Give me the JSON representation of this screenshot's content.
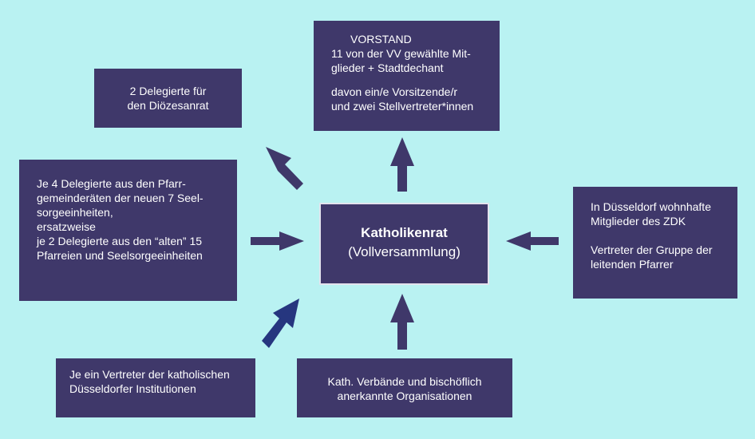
{
  "colors": {
    "background": "#b9f2f2",
    "box_fill": "#3f386a",
    "box_text": "#ffffff",
    "arrow": "#3f386a",
    "arrow_accent": "#26367f"
  },
  "vorstand": {
    "heading": "VORSTAND",
    "lines": [
      "11 von der VV gewählte Mit-",
      "glieder + Stadtdechant"
    ],
    "detail_lines": [
      "davon ein/e Vorsitzende/r",
      "und zwei Stellvertreter*innen"
    ]
  },
  "dioezesanrat": {
    "lines": [
      "2 Delegierte für",
      "den Diözesanrat"
    ]
  },
  "pfarrgemeinderaete": {
    "lines": [
      "Je 4 Delegierte aus den Pfarr-",
      "gemeinderäten der neuen 7 Seel-",
      "sorgeeinheiten,",
      "ersatzweise",
      "je 2 Delegierte aus den “alten” 15",
      "Pfarreien und Seelsorgeeinheiten"
    ]
  },
  "katholikenrat": {
    "title": "Katholikenrat",
    "subtitle": "(Vollversammlung)"
  },
  "zdk": {
    "lines": [
      "In Düsseldorf wohnhafte",
      "Mitglieder des ZDK"
    ],
    "lines2": [
      "Vertreter der Gruppe der",
      "leitenden Pfarrer"
    ]
  },
  "institutionen": {
    "lines": [
      "Je ein Vertreter der katholischen",
      "Düsseldorfer Institutionen"
    ]
  },
  "verbaende": {
    "lines": [
      "Kath. Verbände und bischöflich",
      "anerkannte Organisationen"
    ]
  }
}
